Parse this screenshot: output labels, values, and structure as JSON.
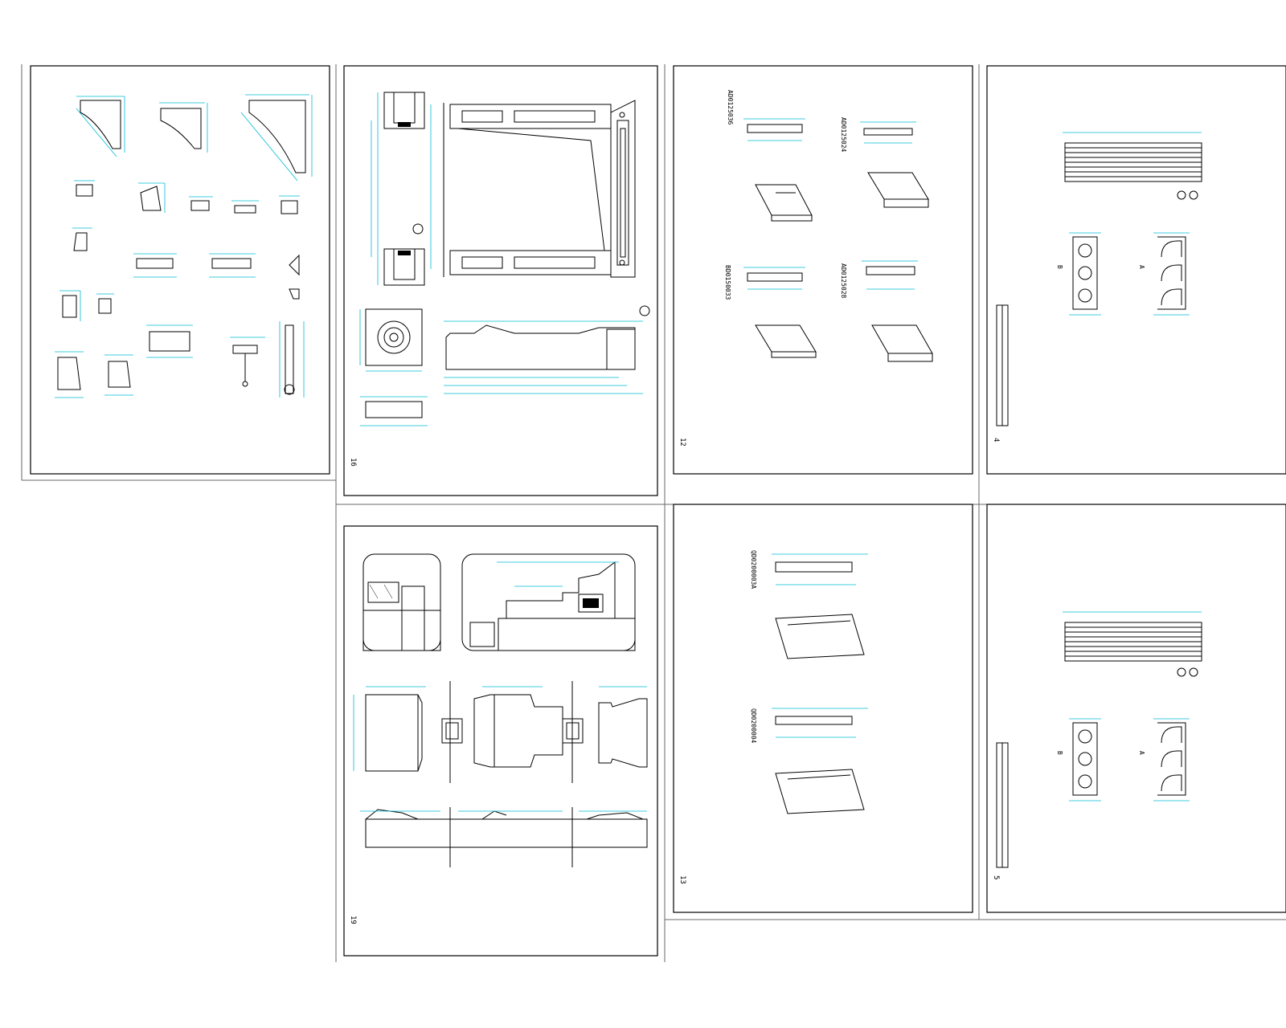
{
  "document": {
    "kind": "cad-drawing-set",
    "colors": {
      "ink": "#000000",
      "dimension": "#00bcd4",
      "frame": "#6a6a6a",
      "paper": "#ffffff"
    }
  },
  "sheets": {
    "s12": {
      "number": "12",
      "codes": [
        "AD0125036",
        "AD0125024",
        "BD0150033",
        "AD0125028"
      ]
    },
    "s13": {
      "number": "13",
      "codes": [
        "QD0200003A",
        "QD0200004"
      ]
    },
    "s16": {
      "number": "16"
    },
    "s19": {
      "number": "19"
    },
    "s4": {
      "number": "4",
      "labels": [
        "B",
        "A"
      ]
    },
    "s5": {
      "number": "5",
      "labels": [
        "B",
        "A"
      ]
    }
  }
}
